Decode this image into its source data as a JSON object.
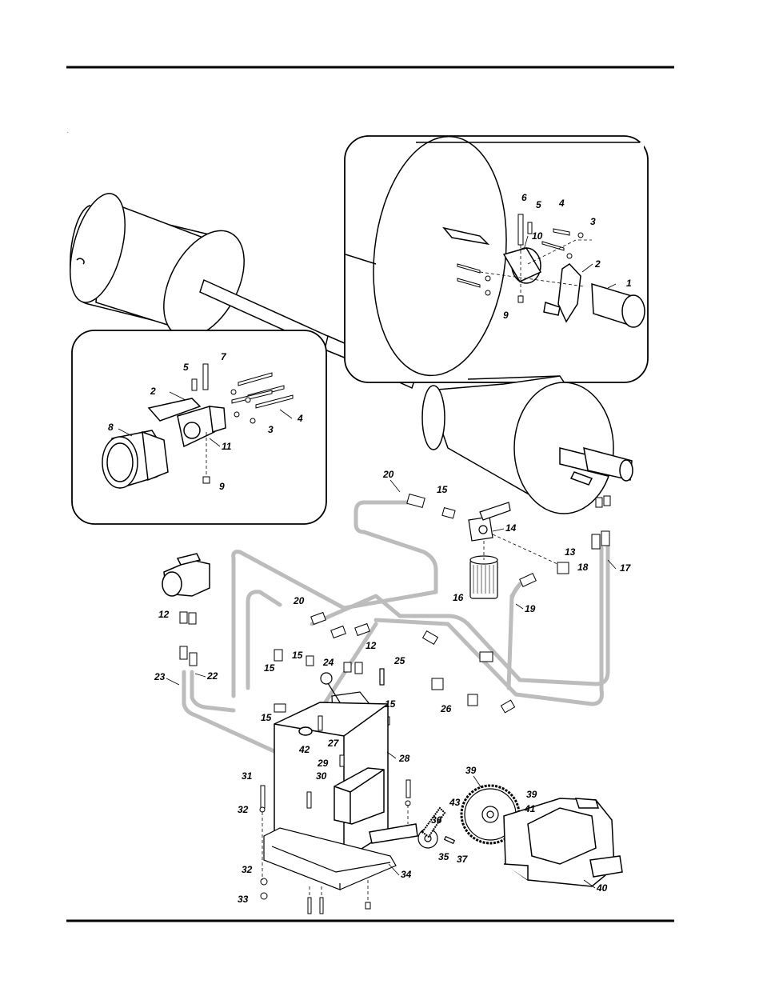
{
  "page": {
    "corner_mark": "."
  },
  "callouts": {
    "n1": "1",
    "n2a": "2",
    "n2b": "2",
    "n3a": "3",
    "n3b": "3",
    "n4a": "4",
    "n4b": "4",
    "n5a": "5",
    "n5b": "5",
    "n6": "6",
    "n7": "7",
    "n8": "8",
    "n9a": "9",
    "n9b": "9",
    "n10": "10",
    "n11": "11",
    "n12a": "12",
    "n12b": "12",
    "n13": "13",
    "n14": "14",
    "n15a": "15",
    "n15b": "15",
    "n15c": "15",
    "n15d": "15",
    "n15e": "15",
    "n16": "16",
    "n17": "17",
    "n18": "18",
    "n19": "19",
    "n20a": "20",
    "n20b": "20",
    "n22": "22",
    "n23": "23",
    "n24": "24",
    "n25": "25",
    "n26": "26",
    "n27": "27",
    "n28": "28",
    "n29": "29",
    "n30": "30",
    "n31": "31",
    "n32a": "32",
    "n32b": "32",
    "n33": "33",
    "n34": "34",
    "n35": "35",
    "n36": "36",
    "n37": "37",
    "n39a": "39",
    "n39b": "39",
    "n40": "40",
    "n41": "41",
    "n42": "42",
    "n43": "43"
  },
  "colors": {
    "hose": "#bcbcbc",
    "line": "#000000",
    "paper": "#ffffff",
    "panel_fill": "#ffffff"
  }
}
